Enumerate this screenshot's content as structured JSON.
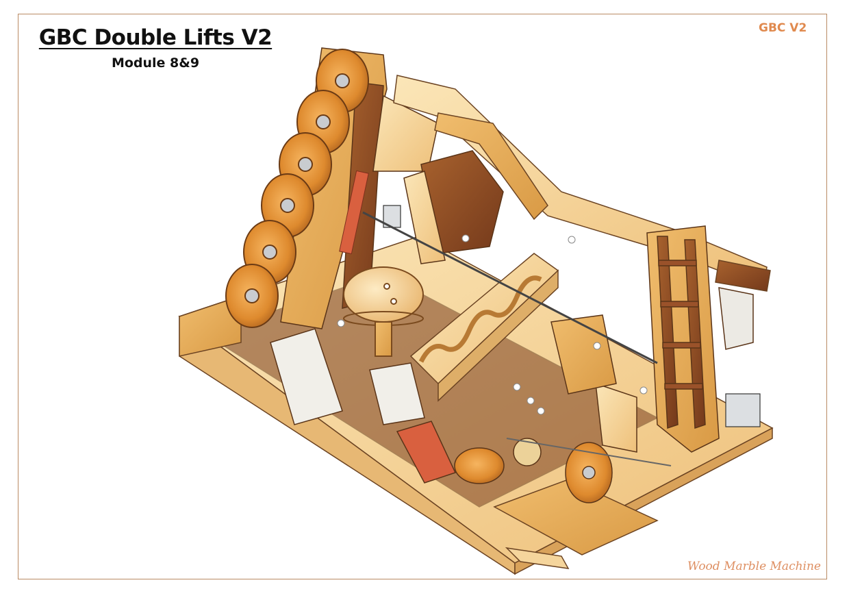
{
  "sheet": {
    "title": "GBC Double Lifts V2",
    "subtitle": "Module 8&9",
    "corner_label": "GBC V2",
    "footer_label": "Wood Marble Machine"
  },
  "colors": {
    "frame": "#b98a63",
    "corner_label": "#e08a4f",
    "footer_label": "#de8f62",
    "wood_light": "#f3cf8d",
    "wood_mid": "#e2a452",
    "wood_orange": "#d9822b",
    "wood_dark": "#8a4a24",
    "accent_red": "#d9603f",
    "metal": "#cfd3d6"
  }
}
